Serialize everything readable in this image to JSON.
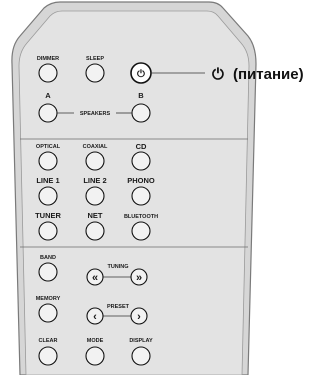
{
  "remote": {
    "buttons": {
      "dimmer": "DIMMER",
      "sleep": "SLEEP",
      "speaker_a": "A",
      "speaker_b": "B",
      "speakers": "SPEAKERS",
      "optical": "OPTICAL",
      "coaxial": "COAXIAL",
      "cd": "CD",
      "line1": "LINE 1",
      "line2": "LINE 2",
      "phono": "PHONO",
      "tuner": "TUNER",
      "net": "NET",
      "bluetooth": "BLUETOOTH",
      "band": "BAND",
      "tuning": "TUNING",
      "memory": "MEMORY",
      "preset": "PRESET",
      "clear": "CLEAR",
      "mode": "MODE",
      "display": "DISPLAY"
    },
    "glyphs": {
      "power": "⏻",
      "tuning_down": "«",
      "tuning_up": "»",
      "preset_down": "‹",
      "preset_up": "›"
    }
  },
  "callout": {
    "icon": "⏻",
    "text": "(питание)"
  }
}
